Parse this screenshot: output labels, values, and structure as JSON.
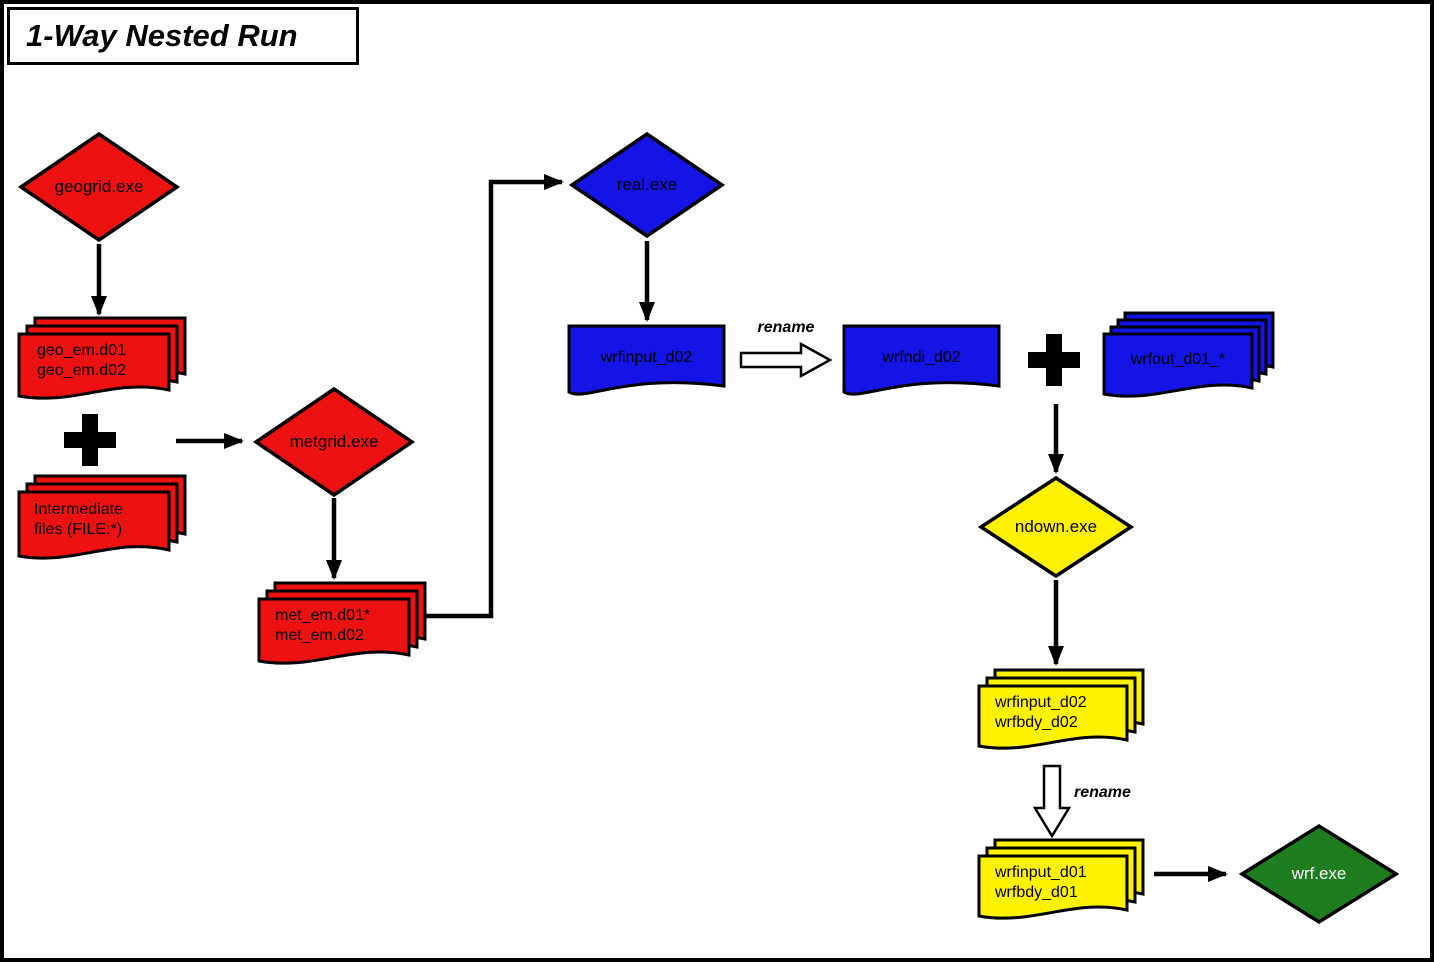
{
  "title": "1-Way Nested Run",
  "colors": {
    "red": "#ee1111",
    "blue": "#1414e6",
    "yellow": "#fff200",
    "green": "#1e7d1e"
  },
  "labels": {
    "rename": "rename"
  },
  "nodes": {
    "geogrid": {
      "label": "geogrid.exe"
    },
    "geo_em_stack": {
      "line1": "geo_em.d01",
      "line2": "geo_em.d02"
    },
    "intermediate_stack": {
      "line1": "Intermediate",
      "line2": "files (FILE:*)"
    },
    "metgrid": {
      "label": "metgrid.exe"
    },
    "met_em_stack": {
      "line1": "met_em.d01*",
      "line2": "met_em.d02"
    },
    "real": {
      "label": "real.exe"
    },
    "wrfinput_d02_doc": {
      "label": "wrfinput_d02"
    },
    "wrfndi_d02_doc": {
      "label": "wrfndi_d02"
    },
    "wrfout_stack": {
      "label": "wrfout_d01_*"
    },
    "ndown": {
      "label": "ndown.exe"
    },
    "ndown_output_stack": {
      "line1": "wrfinput_d02",
      "line2": "wrfbdy_d02"
    },
    "renamed_stack": {
      "line1": "wrfinput_d01",
      "line2": "wrfbdy_d01"
    },
    "wrf": {
      "label": "wrf.exe"
    }
  }
}
